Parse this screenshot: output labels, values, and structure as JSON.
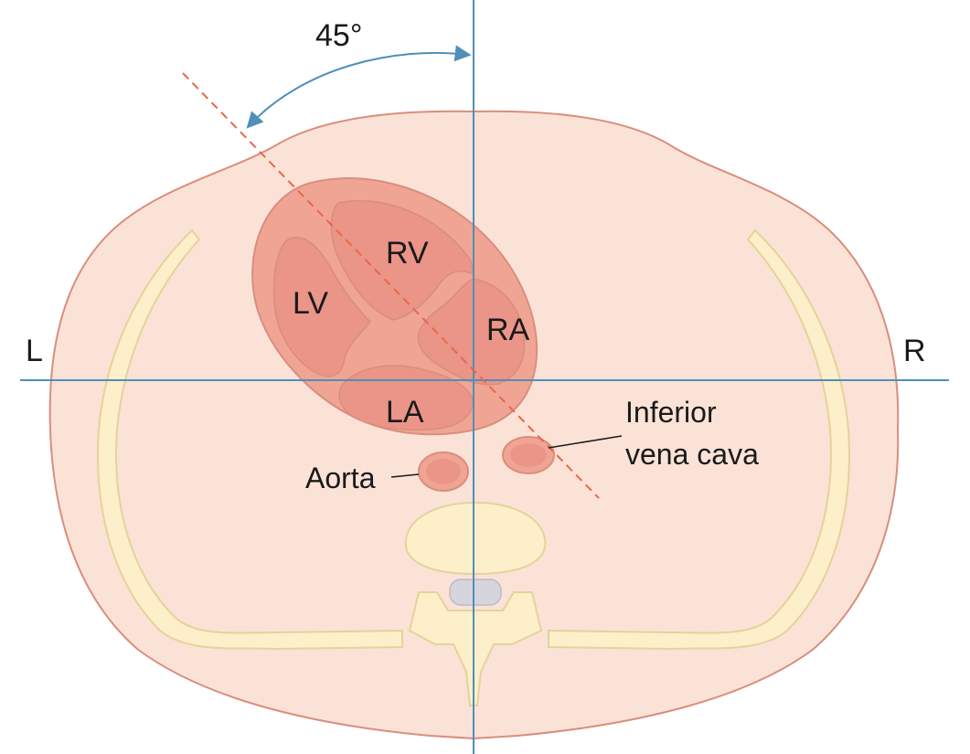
{
  "labels": {
    "angle": "45°",
    "left": "L",
    "right": "R",
    "rv": "RV",
    "lv": "LV",
    "ra": "RA",
    "la": "LA",
    "aorta": "Aorta",
    "ivc_line1": "Inferior",
    "ivc_line2": "vena cava"
  },
  "colors": {
    "body_fill": "#fbe2d7",
    "body_stroke": "#d98e7d",
    "pericardium": "#f0a594",
    "chamber": "#eb9488",
    "bone": "#fcefc9",
    "bone_stroke": "#e6d29a",
    "spinal_cord": "#d6d4dc",
    "axis_line": "#4f8fb8",
    "dashed_line": "#e8674a"
  }
}
